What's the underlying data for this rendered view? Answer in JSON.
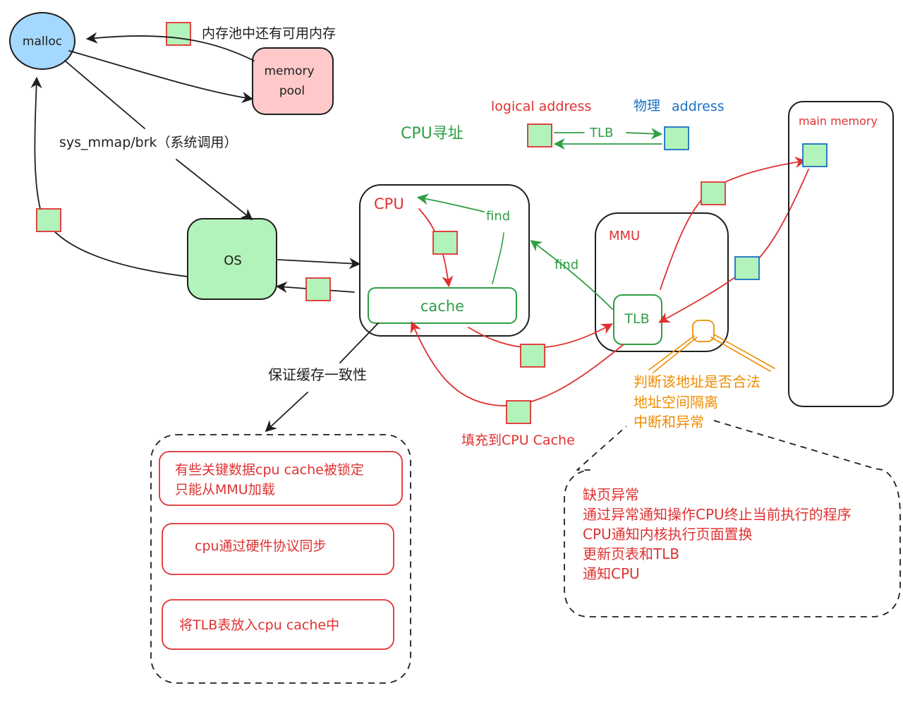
{
  "nodes": {
    "malloc": "malloc",
    "memory_pool_line1": "memory",
    "memory_pool_line2": "pool",
    "os": "OS",
    "cpu": "CPU",
    "cache": "cache",
    "mmu": "MMU",
    "tlb": "TLB",
    "main_memory": "main memory"
  },
  "labels": {
    "pool_available": "内存池中还有可用内存",
    "syscall": "sys_mmap/brk（系统调用）",
    "cpu_addressing": "CPU寻址",
    "logical_address": "logical address",
    "physical_address_cn": "物理",
    "physical_address_en": "address",
    "tlb_translate": "TLB",
    "find_cpu": "find",
    "find_mmu": "find",
    "cache_coherence": "保证缓存一致性",
    "fill_cache": "填充到CPU Cache",
    "mmu_checks": [
      "判断该地址是否合法",
      "地址空间隔离",
      "中断和异常"
    ]
  },
  "coherence_methods": [
    [
      "有些关键数据cpu cache被锁定",
      "只能从MMU加载"
    ],
    [
      "cpu通过硬件协议同步"
    ],
    [
      "将TLB表放入cpu cache中"
    ]
  ],
  "page_fault_steps": [
    "缺页异常",
    "通过异常通知操作CPU终止当前执行的程序",
    "CPU通知内核执行页面置换",
    "更新页表和TLB",
    "通知CPU"
  ],
  "colors": {
    "ink": "#1e1e1e",
    "red": "#e03131",
    "green": "#2f9e44",
    "blue": "#1971c2",
    "orange": "#f08c00",
    "malloc_fill": "#a5d8ff",
    "pool_fill": "#ffc9c9",
    "os_fill": "#b2f2bb",
    "square_fill": "#b2f2bb"
  }
}
